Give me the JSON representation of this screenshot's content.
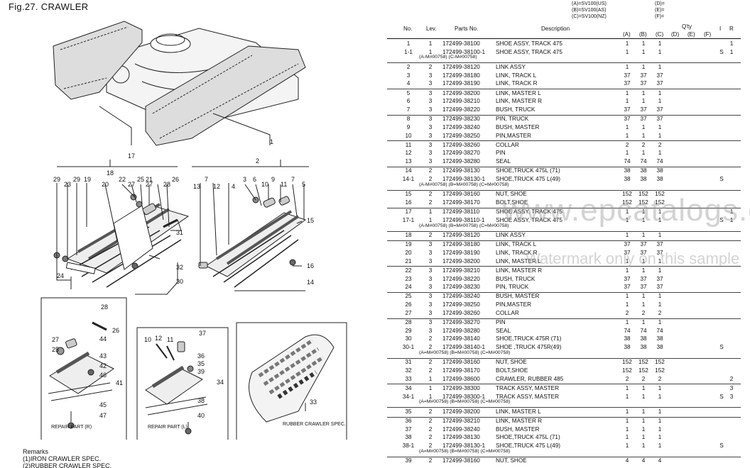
{
  "figure": {
    "title": "Fig.27.  CRAWLER"
  },
  "diagram_labels": {
    "main": [
      "17",
      "18",
      "29",
      "23",
      "19",
      "20",
      "22",
      "27",
      "25",
      "21",
      "27",
      "28",
      "26",
      "31",
      "32",
      "30",
      "24",
      "1",
      "2",
      "13",
      "7",
      "12",
      "4",
      "3",
      "6",
      "10",
      "9",
      "11",
      "5",
      "15",
      "16",
      "14"
    ],
    "repair_r_caption": "REPAIR PART (R)",
    "repair_l_caption": "REPAIR PART (L)",
    "rubber_caption": "RUBBER CRAWLER SPEC.",
    "repair_r": [
      "28",
      "26",
      "27",
      "25",
      "44",
      "43",
      "42",
      "46",
      "41",
      "45",
      "47"
    ],
    "repair_l": [
      "10",
      "12",
      "11",
      "37",
      "36",
      "35",
      "39",
      "34",
      "38",
      "40"
    ],
    "rubber": [
      "33"
    ]
  },
  "models": {
    "left": [
      "(A)=SV100(US)",
      "(B)=SV100(AS)",
      "(C)=SV100(NZ)"
    ],
    "right": [
      "(D)=",
      "(E)=",
      "(F)="
    ]
  },
  "table_header": {
    "no": "No.",
    "lev": "Lev.",
    "parts_no": "Parts No.",
    "description": "Description",
    "qty": "Q'ty",
    "a": "(A)",
    "b": "(B)",
    "c": "(C)",
    "d": "(D)",
    "e": "(E)",
    "f": "(F)",
    "i": "I",
    "r": "R"
  },
  "rows": [
    {
      "no": "1",
      "lev": "1",
      "pn": "172499-38100",
      "desc": "SHOE ASSY, TRACK 475",
      "a": "1",
      "b": "1",
      "c": "1",
      "i": "",
      "r": "1"
    },
    {
      "no": "1-1",
      "lev": "1",
      "pn": "172499-38100-1",
      "desc": "SHOE ASSY, TRACK 475",
      "a": "1",
      "b": "1",
      "c": "1",
      "i": "S",
      "r": "1",
      "note": "(A-M#00758)                    (C-M#00758)"
    },
    {
      "no": "2",
      "lev": "2",
      "pn": "172499-38120",
      "desc": "LINK ASSY",
      "a": "1",
      "b": "1",
      "c": "1",
      "i": "",
      "r": ""
    },
    {
      "no": "3",
      "lev": "3",
      "pn": "172499-38180",
      "desc": "LINK, TRACK L",
      "a": "37",
      "b": "37",
      "c": "37",
      "i": "",
      "r": ""
    },
    {
      "no": "4",
      "lev": "3",
      "pn": "172499-38190",
      "desc": "LINK, TRACK R",
      "a": "37",
      "b": "37",
      "c": "37",
      "i": "",
      "r": ""
    },
    {
      "no": "5",
      "lev": "3",
      "pn": "172499-38200",
      "desc": "LINK, MASTER L",
      "a": "1",
      "b": "1",
      "c": "1",
      "i": "",
      "r": ""
    },
    {
      "no": "6",
      "lev": "3",
      "pn": "172499-38210",
      "desc": "LINK, MASTER R",
      "a": "1",
      "b": "1",
      "c": "1",
      "i": "",
      "r": ""
    },
    {
      "no": "7",
      "lev": "3",
      "pn": "172499-38220",
      "desc": "BUSH, TRUCK",
      "a": "37",
      "b": "37",
      "c": "37",
      "i": "",
      "r": ""
    },
    {
      "no": "8",
      "lev": "3",
      "pn": "172499-38230",
      "desc": "PIN, TRUCK",
      "a": "37",
      "b": "37",
      "c": "37",
      "i": "",
      "r": ""
    },
    {
      "no": "9",
      "lev": "3",
      "pn": "172499-38240",
      "desc": "BUSH, MASTER",
      "a": "1",
      "b": "1",
      "c": "1",
      "i": "",
      "r": ""
    },
    {
      "no": "10",
      "lev": "3",
      "pn": "172499-38250",
      "desc": "PIN,MASTER",
      "a": "1",
      "b": "1",
      "c": "1",
      "i": "",
      "r": ""
    },
    {
      "no": "11",
      "lev": "3",
      "pn": "172499-38260",
      "desc": "COLLAR",
      "a": "2",
      "b": "2",
      "c": "2",
      "i": "",
      "r": ""
    },
    {
      "no": "12",
      "lev": "3",
      "pn": "172499-38270",
      "desc": "PIN",
      "a": "1",
      "b": "1",
      "c": "1",
      "i": "",
      "r": ""
    },
    {
      "no": "13",
      "lev": "3",
      "pn": "172499-38280",
      "desc": "SEAL",
      "a": "74",
      "b": "74",
      "c": "74",
      "i": "",
      "r": ""
    },
    {
      "no": "14",
      "lev": "2",
      "pn": "172499-38130",
      "desc": "SHOE,TRUCK 475L (71)",
      "a": "38",
      "b": "38",
      "c": "38",
      "i": "",
      "r": ""
    },
    {
      "no": "14-1",
      "lev": "2",
      "pn": "172499-38130-1",
      "desc": "SHOE,TRUCK 475 L(49)",
      "a": "38",
      "b": "38",
      "c": "38",
      "i": "S",
      "r": "",
      "note": "(A-M#00758)       (B=M#00758)       (C=M#00758)"
    },
    {
      "no": "15",
      "lev": "2",
      "pn": "172499-38160",
      "desc": "NUT, SHOE",
      "a": "152",
      "b": "152",
      "c": "152",
      "i": "",
      "r": ""
    },
    {
      "no": "16",
      "lev": "2",
      "pn": "172499-38170",
      "desc": "BOLT,SHOE",
      "a": "152",
      "b": "152",
      "c": "152",
      "i": "",
      "r": ""
    },
    {
      "no": "17",
      "lev": "1",
      "pn": "172499-38110",
      "desc": "SHOE ASSY, TRACK 475",
      "a": "1",
      "b": "1",
      "c": "1",
      "i": "",
      "r": "1"
    },
    {
      "no": "17-1",
      "lev": "1",
      "pn": "172499-38110-1",
      "desc": "SHOE ASSY, TRACK 475",
      "a": "1",
      "b": "1",
      "c": "1",
      "i": "S",
      "r": "1",
      "note": "(A-M#00758)       (B=M#00758)       (C=M#00758)"
    },
    {
      "no": "18",
      "lev": "2",
      "pn": "172499-38120",
      "desc": "LINK ASSY",
      "a": "1",
      "b": "1",
      "c": "1",
      "i": "",
      "r": ""
    },
    {
      "no": "19",
      "lev": "3",
      "pn": "172499-38180",
      "desc": "LINK, TRACK L",
      "a": "37",
      "b": "37",
      "c": "37",
      "i": "",
      "r": ""
    },
    {
      "no": "20",
      "lev": "3",
      "pn": "172499-38190",
      "desc": "LINK, TRACK R",
      "a": "37",
      "b": "37",
      "c": "37",
      "i": "",
      "r": ""
    },
    {
      "no": "21",
      "lev": "3",
      "pn": "172499-38200",
      "desc": "LINK, MASTER L",
      "a": "1",
      "b": "1",
      "c": "1",
      "i": "",
      "r": ""
    },
    {
      "no": "22",
      "lev": "3",
      "pn": "172499-38210",
      "desc": "LINK, MASTER R",
      "a": "1",
      "b": "1",
      "c": "1",
      "i": "",
      "r": ""
    },
    {
      "no": "23",
      "lev": "3",
      "pn": "172499-38220",
      "desc": "BUSH, TRUCK",
      "a": "37",
      "b": "37",
      "c": "37",
      "i": "",
      "r": ""
    },
    {
      "no": "24",
      "lev": "3",
      "pn": "172499-38230",
      "desc": "PIN, TRUCK",
      "a": "37",
      "b": "37",
      "c": "37",
      "i": "",
      "r": ""
    },
    {
      "no": "25",
      "lev": "3",
      "pn": "172499-38240",
      "desc": "BUSH, MASTER",
      "a": "1",
      "b": "1",
      "c": "1",
      "i": "",
      "r": ""
    },
    {
      "no": "26",
      "lev": "3",
      "pn": "172499-38250",
      "desc": "PIN,MASTER",
      "a": "1",
      "b": "1",
      "c": "1",
      "i": "",
      "r": ""
    },
    {
      "no": "27",
      "lev": "3",
      "pn": "172499-38260",
      "desc": "COLLAR",
      "a": "2",
      "b": "2",
      "c": "2",
      "i": "",
      "r": ""
    },
    {
      "no": "28",
      "lev": "3",
      "pn": "172499-38270",
      "desc": "PIN",
      "a": "1",
      "b": "1",
      "c": "1",
      "i": "",
      "r": ""
    },
    {
      "no": "29",
      "lev": "3",
      "pn": "172499-38280",
      "desc": "SEAL",
      "a": "74",
      "b": "74",
      "c": "74",
      "i": "",
      "r": ""
    },
    {
      "no": "30",
      "lev": "2",
      "pn": "172499-38140",
      "desc": "SHOE,TRUCK 475R (71)",
      "a": "38",
      "b": "38",
      "c": "38",
      "i": "",
      "r": ""
    },
    {
      "no": "30-1",
      "lev": "2",
      "pn": "172499-38140-1",
      "desc": "SHOE ,TRUCK 475R(49)",
      "a": "38",
      "b": "38",
      "c": "38",
      "i": "S",
      "r": "",
      "note": "(A=M#00758)       (B=M#00758)       (C=M#00758)"
    },
    {
      "no": "31",
      "lev": "2",
      "pn": "172499-38160",
      "desc": "NUT, SHOE",
      "a": "152",
      "b": "152",
      "c": "152",
      "i": "",
      "r": ""
    },
    {
      "no": "32",
      "lev": "2",
      "pn": "172499-38170",
      "desc": "BOLT,SHOE",
      "a": "152",
      "b": "152",
      "c": "152",
      "i": "",
      "r": ""
    },
    {
      "no": "33",
      "lev": "1",
      "pn": "172499-38600",
      "desc": "CRAWLER, RUBBER 485",
      "a": "2",
      "b": "2",
      "c": "2",
      "i": "",
      "r": "2"
    },
    {
      "no": "34",
      "lev": "1",
      "pn": "172499-38300",
      "desc": "TRACK ASSY, MASTER",
      "a": "1",
      "b": "1",
      "c": "1",
      "i": "",
      "r": "3"
    },
    {
      "no": "34-1",
      "lev": "1",
      "pn": "172499-38300-1",
      "desc": "TRACK ASSY, MASTER",
      "a": "1",
      "b": "1",
      "c": "1",
      "i": "S",
      "r": "3",
      "note": "(A=M#00758)       (B=M#00758)       (C=M#00758)"
    },
    {
      "no": "35",
      "lev": "2",
      "pn": "172499-38200",
      "desc": "LINK, MASTER L",
      "a": "1",
      "b": "1",
      "c": "1",
      "i": "",
      "r": ""
    },
    {
      "no": "36",
      "lev": "2",
      "pn": "172499-38210",
      "desc": "LINK, MASTER R",
      "a": "1",
      "b": "1",
      "c": "1",
      "i": "",
      "r": ""
    },
    {
      "no": "37",
      "lev": "2",
      "pn": "172499-38240",
      "desc": "BUSH, MASTER",
      "a": "1",
      "b": "1",
      "c": "1",
      "i": "",
      "r": ""
    },
    {
      "no": "38",
      "lev": "2",
      "pn": "172499-38130",
      "desc": "SHOE,TRUCK 475L (71)",
      "a": "1",
      "b": "1",
      "c": "1",
      "i": "",
      "r": ""
    },
    {
      "no": "38-1",
      "lev": "2",
      "pn": "172499-38130-1",
      "desc": "SHOE,TRUCK 475 L(49)",
      "a": "1",
      "b": "1",
      "c": "1",
      "i": "S",
      "r": "",
      "note": "(A=M#00758)       (B=M#00758)       (C=M#00758)"
    },
    {
      "no": "39",
      "lev": "2",
      "pn": "172499-38160",
      "desc": "NUT, SHOE",
      "a": "4",
      "b": "4",
      "c": "4",
      "i": "",
      "r": ""
    }
  ],
  "remarks": {
    "title": "Remarks",
    "lines": [
      "(1)IRON CRAWLER SPEC.",
      "(2)RUBBER CRAWLER SPEC."
    ]
  },
  "watermark": {
    "site": "www.epcatalogs.com",
    "notice": "Watermark only on this sample"
  }
}
